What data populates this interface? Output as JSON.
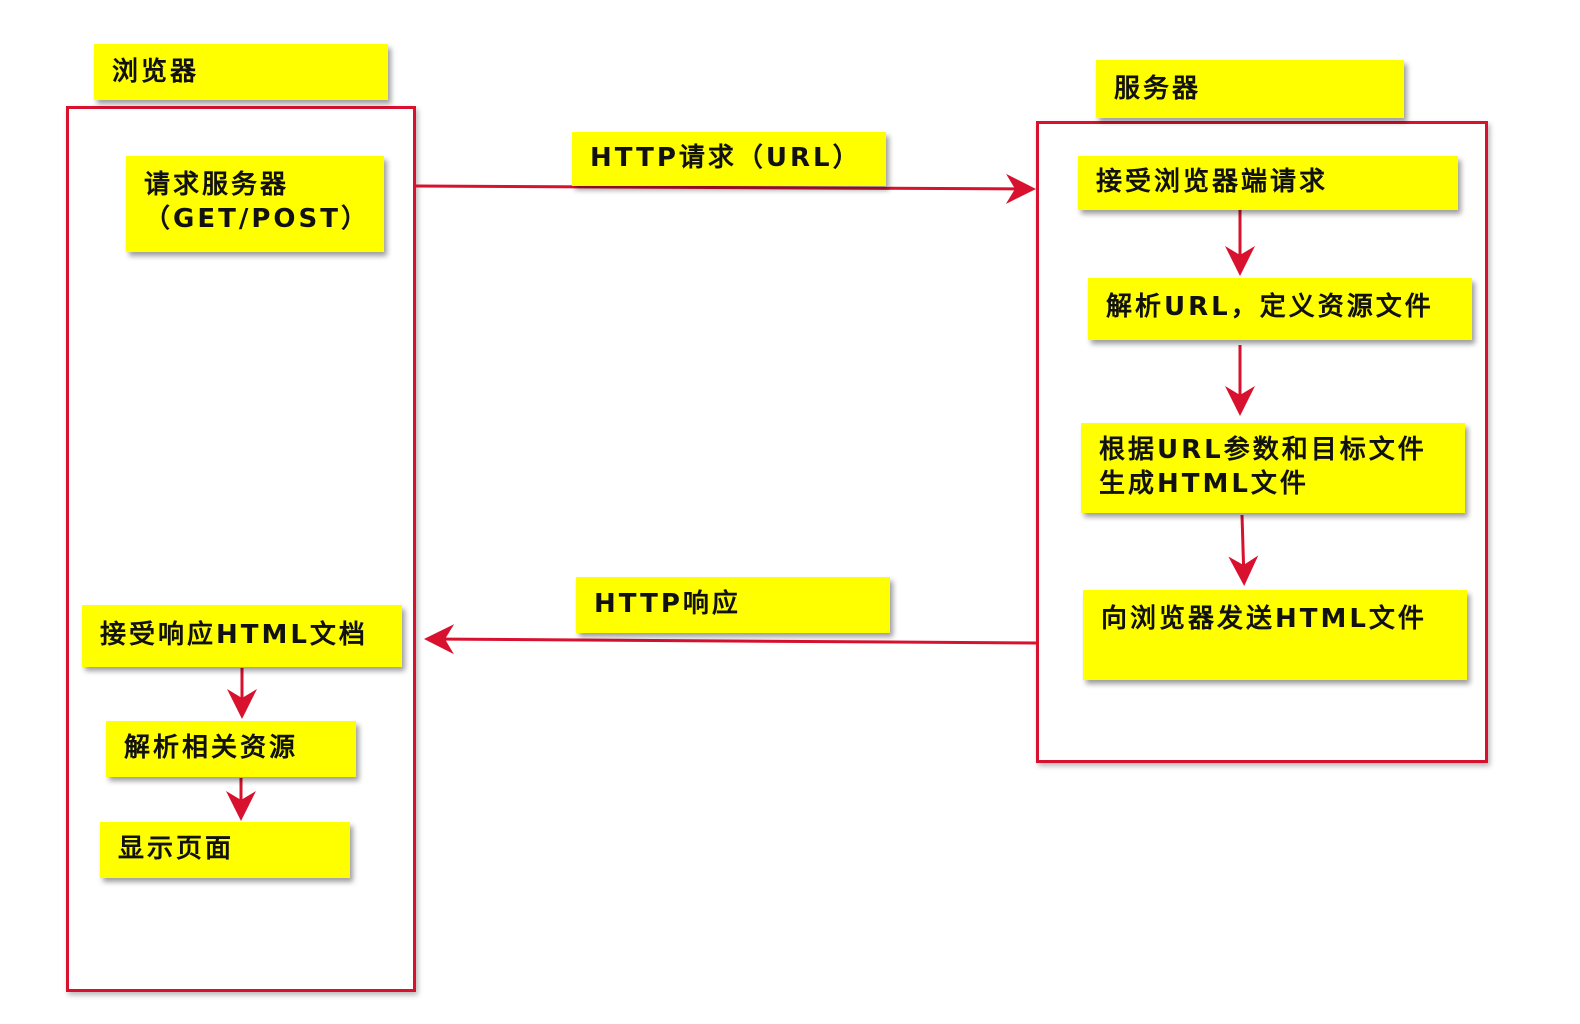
{
  "browser": {
    "title": "浏览器",
    "steps": [
      {
        "lines": [
          "请求服务器",
          "（GET/POST）"
        ]
      },
      {
        "lines": [
          "接受响应HTML文档"
        ]
      },
      {
        "lines": [
          "解析相关资源"
        ]
      },
      {
        "lines": [
          "显示页面"
        ]
      }
    ]
  },
  "server": {
    "title": "服务器",
    "steps": [
      {
        "lines": [
          "接受浏览器端请求"
        ]
      },
      {
        "lines": [
          "解析URL，定义资源文件"
        ]
      },
      {
        "lines": [
          "根据URL参数和目标文件",
          "生成HTML文件"
        ]
      },
      {
        "lines": [
          "向浏览器发送HTML文件"
        ]
      }
    ]
  },
  "connections": {
    "request_label": "HTTP请求（URL）",
    "response_label": "HTTP响应"
  },
  "colors": {
    "box_fill": "#ffff00",
    "frame_and_arrow": "#d8112f"
  }
}
